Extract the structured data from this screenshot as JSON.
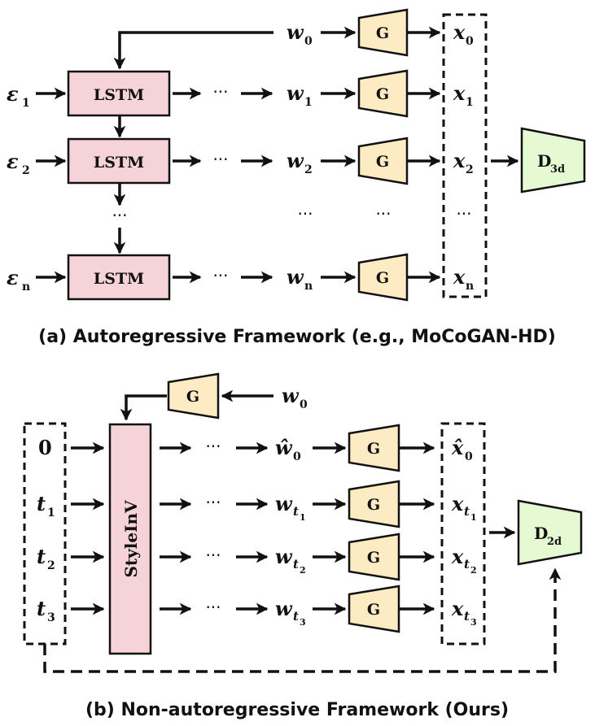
{
  "colors": {
    "lstm_fill": "#f5d3d8",
    "generator_fill": "#fdebc4",
    "discriminator_fill": "#e5fad2",
    "stroke": "#111111"
  },
  "part_a": {
    "caption": "(a) Autoregressive Framework (e.g., MoCoGAN-HD)",
    "recurrent_block": "LSTM",
    "generator": "G",
    "discriminator": "D",
    "discriminator_sub": "3d",
    "noise_symbol": "ε",
    "noise_subs": [
      "1",
      "2",
      "n"
    ],
    "latent_symbol": "w",
    "latent_subs": [
      "0",
      "1",
      "2",
      "n"
    ],
    "frame_symbol": "x",
    "frame_subs": [
      "0",
      "1",
      "2",
      "n"
    ],
    "ellipsis": "···",
    "vertical_ellipsis": "···"
  },
  "part_b": {
    "caption": "(b) Non-autoregressive Framework (Ours)",
    "inverse_block": "StyleInV",
    "generator": "G",
    "discriminator": "D",
    "discriminator_sub": "2d",
    "top_latent_symbol": "w",
    "top_latent_sub": "0",
    "time_inputs": [
      {
        "main": "0",
        "sub": ""
      },
      {
        "main": "t",
        "sub": "1"
      },
      {
        "main": "t",
        "sub": "2"
      },
      {
        "main": "t",
        "sub": "3"
      }
    ],
    "latent_rows": [
      {
        "main": "ŵ",
        "sub": "0"
      },
      {
        "main": "w",
        "sub": "t",
        "subsub": "1"
      },
      {
        "main": "w",
        "sub": "t",
        "subsub": "2"
      },
      {
        "main": "w",
        "sub": "t",
        "subsub": "3"
      }
    ],
    "frame_rows": [
      {
        "main": "x̂",
        "sub": "0"
      },
      {
        "main": "x",
        "sub": "t",
        "subsub": "1"
      },
      {
        "main": "x",
        "sub": "t",
        "subsub": "2"
      },
      {
        "main": "x",
        "sub": "t",
        "subsub": "3"
      }
    ],
    "ellipsis": "···"
  }
}
